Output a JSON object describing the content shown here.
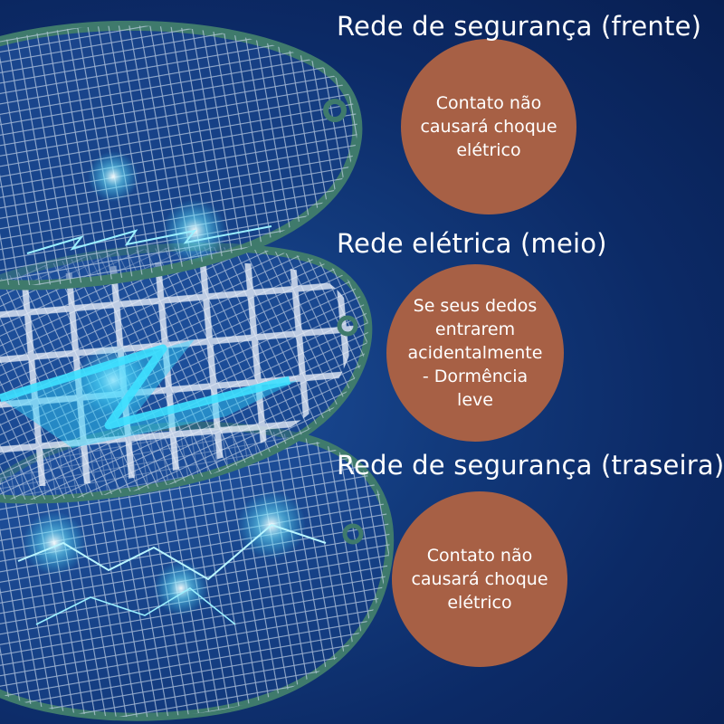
{
  "layers": [
    {
      "heading": "Rede de segurança (frente)",
      "description": "Contato não causará choque elétrico"
    },
    {
      "heading": "Rede elétrica (meio)",
      "description": "Se seus dedos entrarem acidentalmente - Dormência leve"
    },
    {
      "heading": "Rede de segurança (traseira)",
      "description": "Contato não causará choque elétrico"
    }
  ],
  "colors": {
    "background": "#0c2a66",
    "frame": "#3f7a6c",
    "bubble": "#a76045",
    "spark": "#3ad6ff",
    "text": "#ffffff"
  },
  "icons": [
    "safety-net-front-layer",
    "electric-net-middle-layer",
    "safety-net-back-layer",
    "electric-spark"
  ]
}
